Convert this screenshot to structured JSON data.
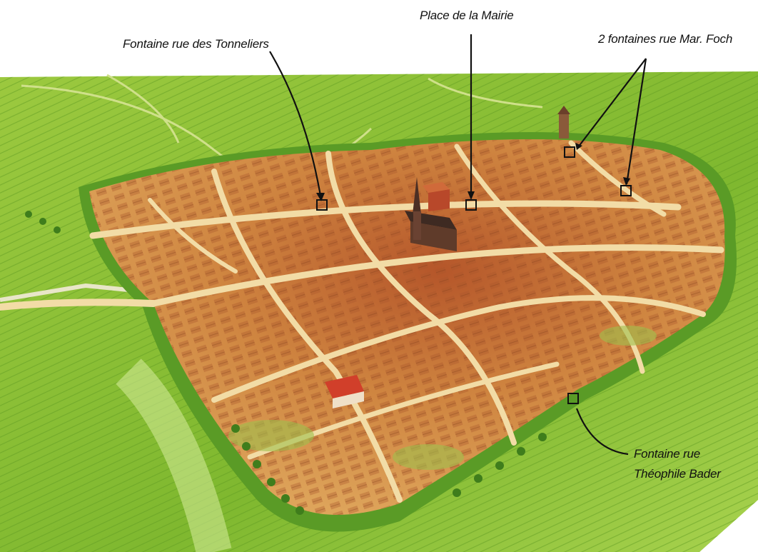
{
  "labels": {
    "tonneliers": "Fontaine rue des Tonneliers",
    "mairie": "Place de la Mairie",
    "foch": "2 fontaines rue Mar. Foch",
    "bader_line1": "Fontaine rue",
    "bader_line2": "Théophile Bader"
  },
  "colors": {
    "field_green": "#8fc23a",
    "roof_orange": "#c8773a",
    "street": "#f1d9a2",
    "ink": "#111111"
  }
}
